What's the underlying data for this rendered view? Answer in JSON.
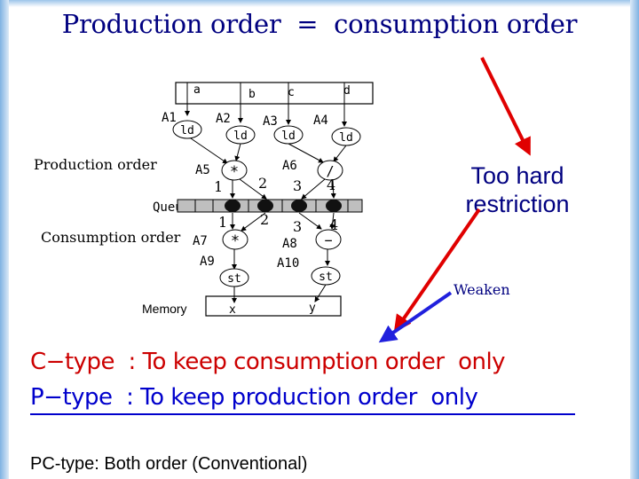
{
  "title": "Production order  =  consumption order",
  "diagram": {
    "inputs": [
      "a",
      "b",
      "c",
      "d"
    ],
    "loads": [
      {
        "id": "A1",
        "op": "ld"
      },
      {
        "id": "A2",
        "op": "ld"
      },
      {
        "id": "A3",
        "op": "ld"
      },
      {
        "id": "A4",
        "op": "ld"
      }
    ],
    "production_order_label": "Production order",
    "consumption_order_label": "Consumption order",
    "queue_label": "Queue",
    "memory_label": "Memory",
    "nodes": {
      "A5": {
        "id": "A5",
        "op": "*"
      },
      "A6": {
        "id": "A6",
        "op": "/"
      },
      "A7": {
        "id": "A7",
        "op": "*"
      },
      "A8": {
        "id": "A8",
        "op": "−"
      },
      "A9": {
        "id": "A9",
        "op": "st"
      },
      "A10": {
        "id": "A10",
        "op": "st"
      }
    },
    "production_numbers": [
      "1",
      "2",
      "3",
      "4"
    ],
    "consumption_numbers": [
      "1",
      "2",
      "3",
      "4"
    ],
    "outputs": [
      "x",
      "y"
    ]
  },
  "annotations": {
    "too_hard": [
      "Too hard",
      "restriction"
    ],
    "weaken": "Weaken"
  },
  "rules": {
    "c_type": "C−type  : To keep consumption order  only",
    "p_type": "P−type  : To keep production order  only",
    "pc_type": "PC-type: Both order (Conventional)"
  },
  "colors": {
    "title": "#000080",
    "arrow_red": "#e00000",
    "arrow_blue": "#2020dd",
    "c_type": "#cc0000",
    "p_type": "#0000cc",
    "annotation": "#000080"
  }
}
